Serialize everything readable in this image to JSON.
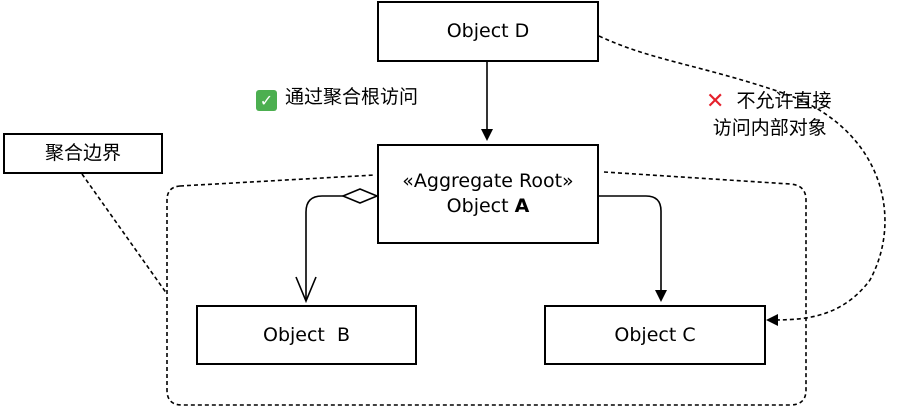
{
  "boundary_label": "聚合边界",
  "nodes": {
    "object_d": "Object D",
    "root": {
      "stereotype": "«Aggregate Root»",
      "name_prefix": "Object ",
      "name_bold": "A"
    },
    "object_b": "Object  B",
    "object_c": "Object C"
  },
  "notes": {
    "allowed": {
      "icon": "white-check-mark-icon",
      "text": "通过聚合根访问"
    },
    "forbidden": {
      "icon": "red-cross-icon",
      "line1": "不允许直接",
      "line2": "访问内部对象"
    }
  },
  "colors": {
    "allowed_icon": "#4caf50",
    "forbidden_icon": "#e5212c",
    "line": "#000000"
  }
}
